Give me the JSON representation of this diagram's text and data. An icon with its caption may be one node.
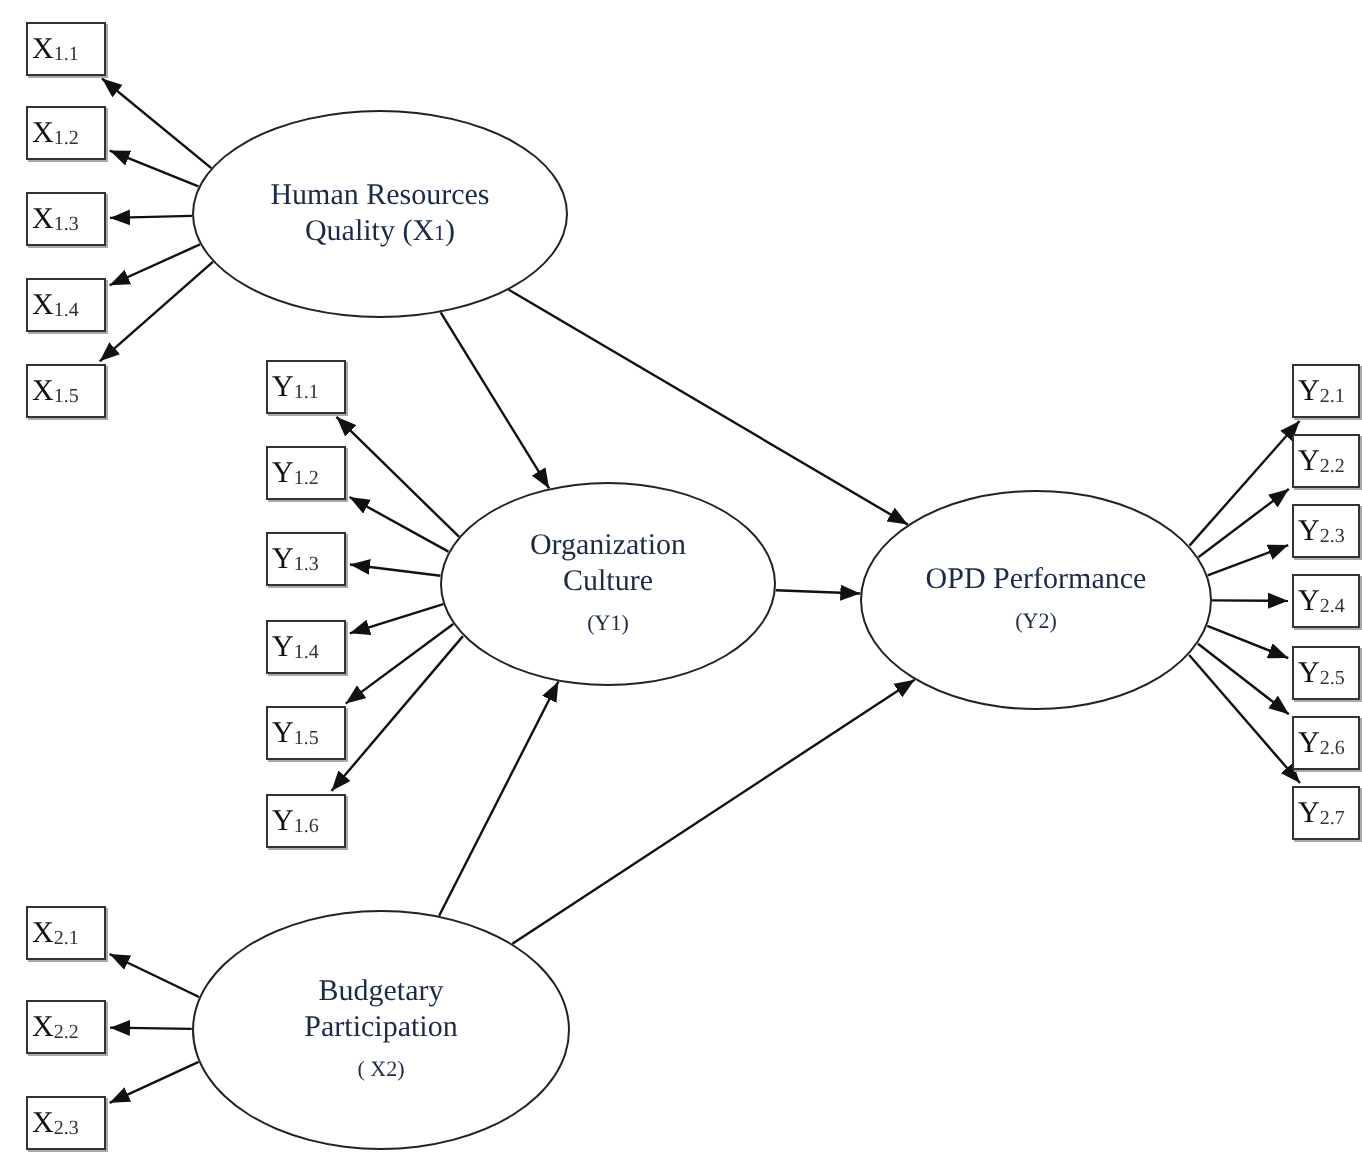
{
  "diagram": {
    "nodes": [
      {
        "text": [
          "Human Resources Quality (X$_{1}$)"
        ]
      },
      {
        "text": [
          "X$_{1.1}$"
        ]
      },
      {
        "text": [
          "X$_{1.2}$"
        ]
      },
      {
        "text": [
          "X$_{1.3}$"
        ]
      },
      {
        "text": [
          "X$_{1.4}$"
        ]
      },
      {
        "text": [
          "X$_{1.5}$"
        ]
      },
      {
        "text": [
          "Organization Culture",
          "(Y1)"
        ]
      },
      {
        "text": [
          "Y$_{1.1}$"
        ]
      },
      {
        "text": [
          "Y$_{1.2}$"
        ]
      },
      {
        "text": [
          "Y$_{1.3}$"
        ]
      },
      {
        "text": [
          "Y$_{1.4}$"
        ]
      },
      {
        "text": [
          "Y$_{1.5}$"
        ]
      },
      {
        "text": [
          "Y$_{1.6}$"
        ]
      },
      {
        "text": [
          "OPD Performance",
          "(Y2)"
        ]
      },
      {
        "text": [
          "Y$_{2.1}$"
        ]
      },
      {
        "text": [
          "Y$_{2.2}$"
        ]
      },
      {
        "text": [
          "Y$_{2.3}$"
        ]
      },
      {
        "text": [
          "Y$_{2.4}$"
        ]
      },
      {
        "text": [
          "Y$_{2.5}$"
        ]
      },
      {
        "text": [
          "Y$_{2.6}$"
        ]
      },
      {
        "text": [
          "Y$_{2.7}$"
        ]
      },
      {
        "text": [
          "Budgetary Participation",
          "( X2)"
        ]
      },
      {
        "text": [
          "X$_{2.1}$"
        ]
      },
      {
        "text": [
          "X$_{2.2}$"
        ]
      },
      {
        "text": [
          "X$_{2.3}$"
        ]
      }
    ],
    "edges": [
      {
        "from": 0,
        "to": 1,
        "arrow": "to"
      },
      {
        "from": 0,
        "to": 2,
        "arrow": "to"
      },
      {
        "from": 0,
        "to": 3,
        "arrow": "to"
      },
      {
        "from": 0,
        "to": 4,
        "arrow": "to"
      },
      {
        "from": 0,
        "to": 5,
        "arrow": "to"
      },
      {
        "from": 6,
        "to": 7,
        "arrow": "to"
      },
      {
        "from": 6,
        "to": 8,
        "arrow": "to"
      },
      {
        "from": 6,
        "to": 9,
        "arrow": "to"
      },
      {
        "from": 6,
        "to": 10,
        "arrow": "to"
      },
      {
        "from": 6,
        "to": 11,
        "arrow": "to"
      },
      {
        "from": 6,
        "to": 12,
        "arrow": "to"
      },
      {
        "from": 13,
        "to": 14,
        "arrow": "to"
      },
      {
        "from": 13,
        "to": 15,
        "arrow": "to"
      },
      {
        "from": 13,
        "to": 16,
        "arrow": "to"
      },
      {
        "from": 13,
        "to": 17,
        "arrow": "to"
      },
      {
        "from": 13,
        "to": 18,
        "arrow": "to"
      },
      {
        "from": 13,
        "to": 19,
        "arrow": "to"
      },
      {
        "from": 13,
        "to": 20,
        "arrow": "to"
      },
      {
        "from": 21,
        "to": 22,
        "arrow": "to"
      },
      {
        "from": 21,
        "to": 23,
        "arrow": "to"
      },
      {
        "from": 21,
        "to": 24,
        "arrow": "to"
      },
      {
        "from": 0,
        "to": 6,
        "arrow": "to"
      },
      {
        "from": 0,
        "to": 13,
        "arrow": "to"
      },
      {
        "from": 6,
        "to": 13,
        "arrow": "to"
      },
      {
        "from": 21,
        "to": 6,
        "arrow": "to"
      },
      {
        "from": 21,
        "to": 13,
        "arrow": "to"
      }
    ]
  }
}
